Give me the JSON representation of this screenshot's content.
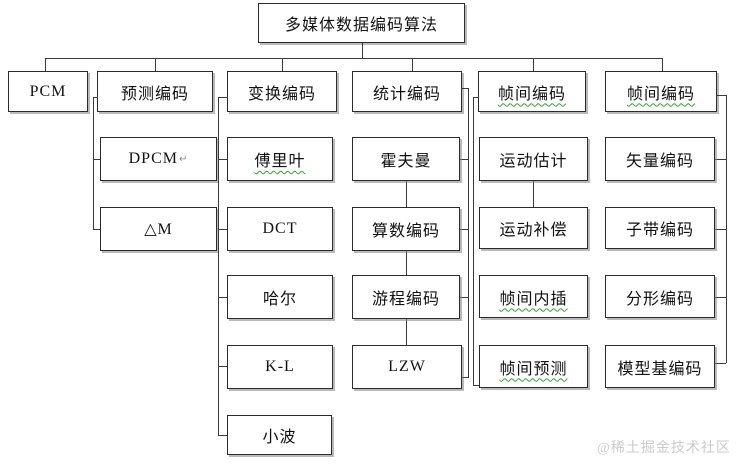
{
  "diagram": {
    "type": "tree",
    "title": "多媒体数据编码算法",
    "colors": {
      "line": "#3a3a3a",
      "box_border": "#2b2b2b",
      "box_shadow": "#828282",
      "spellcheck_underline": "#2fa32f",
      "watermark_text": "#cbcbcb"
    },
    "nodes": {
      "root": {
        "label": "多媒体数据编码算法"
      },
      "pcm": {
        "label": "PCM"
      },
      "yuce": {
        "label": "预测编码"
      },
      "dpcm": {
        "label": "DPCM",
        "paragraph_mark": "↵"
      },
      "deltam": {
        "label": "△M"
      },
      "bianhuan": {
        "label": "变换编码"
      },
      "fourier": {
        "label": "傅里叶"
      },
      "dct": {
        "label": "DCT"
      },
      "haar": {
        "label": "哈尔"
      },
      "kl": {
        "label": "K-L"
      },
      "wavelet": {
        "label": "小波"
      },
      "tongji": {
        "label": "统计编码"
      },
      "huffman": {
        "label": "霍夫曼"
      },
      "arithmetic": {
        "label": "算数编码"
      },
      "runlength": {
        "label": "游程编码"
      },
      "lzw": {
        "label": "LZW"
      },
      "interframe1": {
        "label": "帧间编码"
      },
      "motion_est": {
        "label": "运动估计"
      },
      "motion_comp": {
        "label": "运动补偿"
      },
      "interp": {
        "label": "帧间内插"
      },
      "pred": {
        "label": "帧间预测"
      },
      "interframe2": {
        "label": "帧间编码"
      },
      "vector": {
        "label": "矢量编码"
      },
      "subband": {
        "label": "子带编码"
      },
      "fractal": {
        "label": "分形编码"
      },
      "modelbased": {
        "label": "模型基编码"
      }
    },
    "hierarchy": {
      "多媒体数据编码算法": {
        "PCM": [],
        "预测编码": [
          "DPCM",
          "△M"
        ],
        "变换编码": [
          "傅里叶",
          "DCT",
          "哈尔",
          "K-L",
          "小波"
        ],
        "统计编码": [
          "霍夫曼",
          "算数编码",
          "游程编码",
          "LZW"
        ],
        "帧间编码": [
          "运动估计",
          "运动补偿",
          "帧间内插",
          "帧间预测"
        ],
        "帧间编码 ": [
          "矢量编码",
          "子带编码",
          "分形编码",
          "模型基编码"
        ]
      }
    },
    "misspell_marked": [
      "帧间编码",
      "傅里叶",
      "帧间内插",
      "帧间预测"
    ]
  },
  "watermark": {
    "text": "@稀土掘金技术社区"
  }
}
